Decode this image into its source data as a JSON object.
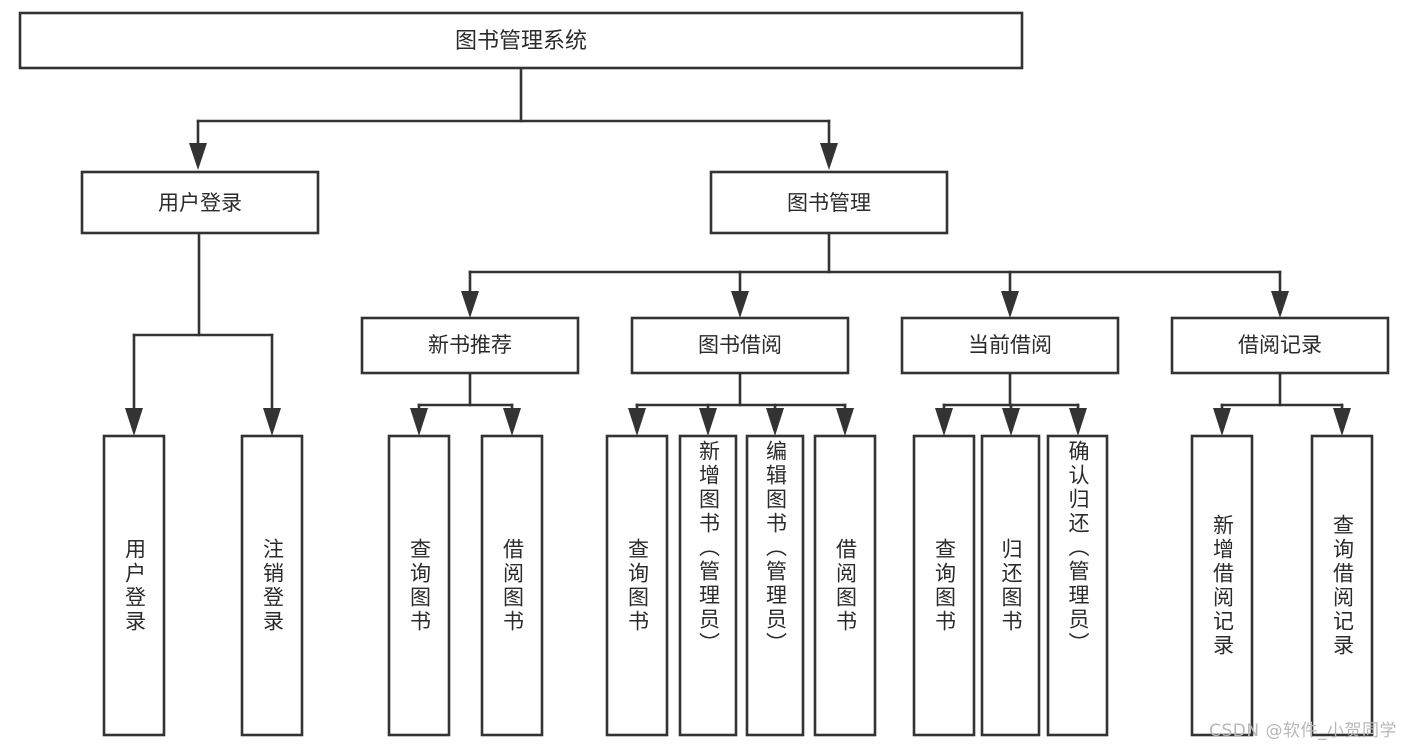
{
  "diagram": {
    "type": "tree-hierarchy-chart",
    "title": "图书管理系统",
    "watermark": "CSDN @软件_小贺同学",
    "colors": {
      "stroke": "#333333",
      "fill": "#ffffff",
      "text": "#2b2b2b",
      "watermark": "#b8b8b8",
      "background": "#ffffff"
    },
    "root": {
      "label": "图书管理系统"
    },
    "level2": [
      {
        "label": "用户登录"
      },
      {
        "label": "图书管理"
      }
    ],
    "level3": [
      {
        "label": "新书推荐"
      },
      {
        "label": "图书借阅"
      },
      {
        "label": "当前借阅"
      },
      {
        "label": "借阅记录"
      }
    ],
    "leaves": {
      "用户登录": [
        {
          "label": "用户登录"
        },
        {
          "label": "注销登录"
        }
      ],
      "新书推荐": [
        {
          "label": "查询图书"
        },
        {
          "label": "借阅图书"
        }
      ],
      "图书借阅": [
        {
          "label": "查询图书"
        },
        {
          "label": "新增图书（管理员）"
        },
        {
          "label": "编辑图书（管理员）"
        },
        {
          "label": "借阅图书"
        }
      ],
      "当前借阅": [
        {
          "label": "查询图书"
        },
        {
          "label": "归还图书"
        },
        {
          "label": "确认归还（管理员）"
        }
      ],
      "借阅记录": [
        {
          "label": "新增借阅记录"
        },
        {
          "label": "查询借阅记录"
        }
      ]
    },
    "leaf_order": [
      "用户登录",
      "注销登录",
      "查询图书",
      "借阅图书",
      "查询图书",
      "新增图书（管理员）",
      "编辑图书（管理员）",
      "借阅图书",
      "查询图书",
      "归还图书",
      "确认归还（管理员）",
      "新增借阅记录",
      "查询借阅记录"
    ]
  }
}
